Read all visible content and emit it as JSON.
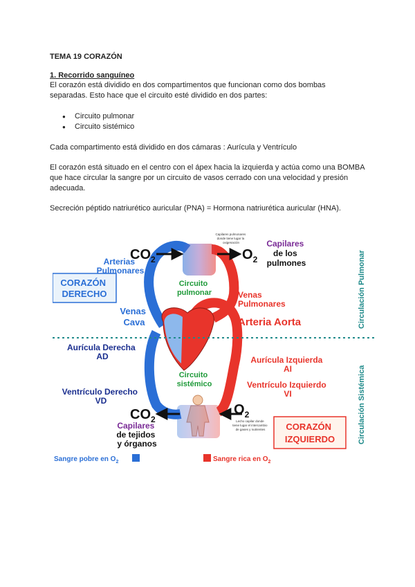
{
  "doc": {
    "title": "TEMA 19 CORAZÓN",
    "section": "1. Recorrido sanguíneo",
    "para1": "El corazón está dividido en dos compartimentos que funcionan como dos bombas separadas. Esto hace que el circuito esté dividido en dos partes:",
    "bullets": [
      "Circuito pulmonar",
      "Circuito sistémico"
    ],
    "para2": "Cada compartimento está dividido en dos cámaras : Aurícula y Ventrículo",
    "para3": "El corazón está situado en el centro con el ápex hacia la izquierda y actúa como una BOMBA que hace circular la sangre por un circuito de vasos cerrado con una velocidad y presión adecuada.",
    "para4": "Secreción péptido natriurético auricular (PNA) = Hormona natriurética auricular (HNA)."
  },
  "diagram": {
    "co2_top": "CO",
    "co2_top_sub": "2",
    "o2_top": "O",
    "o2_top_sub": "2",
    "capilares_note_top": [
      "Capilares pulmonares",
      "donde tiene lugar la",
      "oxigenación"
    ],
    "capilares_pulmones": [
      "Capilares",
      "de los",
      "pulmones"
    ],
    "arterias_pulmonares": [
      "Arterias",
      "Pulmonares"
    ],
    "corazon_derecho": [
      "CORAZÓN",
      "DERECHO"
    ],
    "circuito_pulmonar": [
      "Circuito",
      "pulmonar"
    ],
    "venas_pulmonares": [
      "Venas",
      "Pulmonares"
    ],
    "venas_cava": [
      "Venas",
      "Cava"
    ],
    "arteria_aorta": "Arteria Aorta",
    "auricula_derecha": [
      "Aurícula Derecha",
      "AD"
    ],
    "auricula_izquierda": [
      "Aurícula Izquierda",
      "AI"
    ],
    "circuito_sistemico": [
      "Circuito",
      "sistémico"
    ],
    "ventriculo_derecho": [
      "Ventrículo Derecho",
      "VD"
    ],
    "ventriculo_izquierdo": [
      "Ventrículo Izquierdo",
      "VI"
    ],
    "co2_bottom": "CO",
    "co2_bottom_sub": "2",
    "o2_bottom": "O",
    "o2_bottom_sub": "2",
    "capilares_note_bottom": [
      "Lecho capilar donde",
      "tiene lugar el intercambio",
      "de gases y nutrientes"
    ],
    "capilares_tejidos": [
      "Capilares",
      "de tejidos",
      "y órganos"
    ],
    "corazon_izquierdo": [
      "CORAZÓN",
      "IZQUIERDO"
    ],
    "circulacion_pulmonar": "Circulación Pulmonar",
    "circulacion_sistemica": "Circulación Sistémica",
    "legend_pobre": "Sangre pobre en O",
    "legend_pobre_sub": "2",
    "legend_rica": "Sangre rica en O",
    "legend_rica_sub": "2",
    "colors": {
      "blue": "#2b6fd6",
      "red": "#e8342b",
      "green": "#1f9a3a",
      "navy": "#1b2f8f",
      "purple": "#7a2b96",
      "brown": "#a0522d"
    }
  }
}
